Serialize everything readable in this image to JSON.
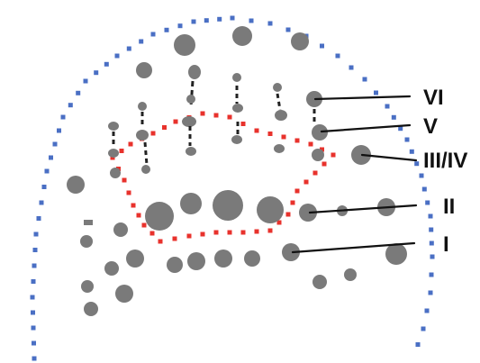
{
  "labels": {
    "vi": "VI",
    "v": "V",
    "iii_iv": "III/IV",
    "ii": "II",
    "i": "I"
  },
  "colors": {
    "outer_boundary_dots": "#4a6fc4",
    "inner_boundary_dots": "#e8322c",
    "cells": "#7a7a7a",
    "leader_lines": "#111111"
  }
}
